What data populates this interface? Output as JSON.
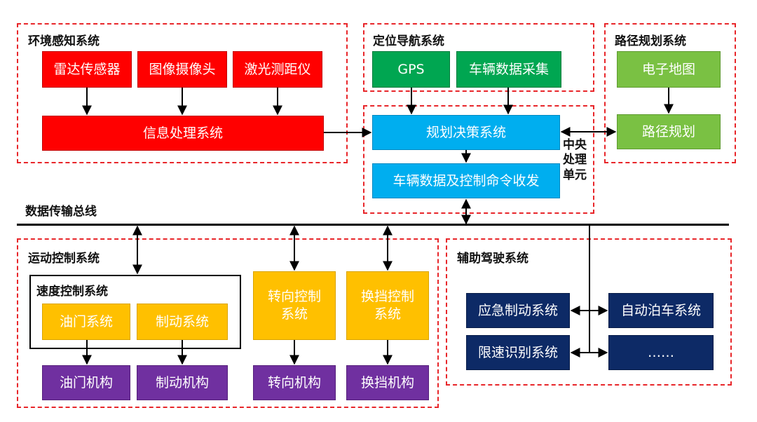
{
  "bus_label": "数据传输总线",
  "central_unit_label": "中央\n处理\n单元",
  "groups": {
    "env": "环境感知系统",
    "nav": "定位导航系统",
    "path": "路径规划系统",
    "motion": "运动控制系统",
    "speed": "速度控制系统",
    "assist": "辅助驾驶系统"
  },
  "nodes": {
    "radar": "雷达传感器",
    "camera": "图像摄像头",
    "lidar": "激光测距仪",
    "info": "信息处理系统",
    "gps": "GPS",
    "vehicle_data": "车辆数据采集",
    "decision": "规划决策系统",
    "transceiver": "车辆数据及控制命令收发",
    "map": "电子地图",
    "planning": "路径规划",
    "throttle_sys": "油门系统",
    "brake_sys": "制动系统",
    "steer_ctrl": "转向控制\n系统",
    "gear_ctrl": "换挡控制\n系统",
    "throttle_mech": "油门机构",
    "brake_mech": "制动机构",
    "steer_mech": "转向机构",
    "gear_mech": "换挡机构",
    "emergency": "应急制动系统",
    "parking": "自动泊车系统",
    "speed_limit": "限速识别系统",
    "more": "……"
  }
}
